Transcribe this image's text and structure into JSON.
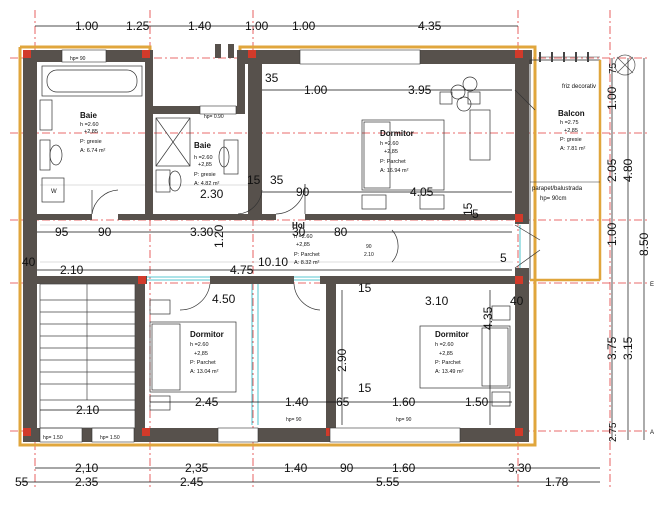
{
  "rooms": {
    "baie1": {
      "name": "Baie",
      "h": "h =2.60",
      "lvl": "+2,85",
      "floor": "P: gresie",
      "area": "A: 6.74 m²"
    },
    "baie2": {
      "name": "Baie",
      "h": "h =2.60",
      "lvl": "+2,85",
      "floor": "P: gresie",
      "area": "A: 4.82 m²"
    },
    "dorm1": {
      "name": "Dormitor",
      "h": "h =2.60",
      "lvl": "+2,85",
      "floor": "P: Parchet",
      "area": "A: 16.94 m²"
    },
    "hol": {
      "name": "Hol",
      "h": "h =2.60",
      "lvl": "+2,85",
      "floor": "P: Parchet",
      "area": "A: 8.32 m²"
    },
    "balcon": {
      "name": "Balcon",
      "h": "h =2.75",
      "lvl": "+2,85",
      "floor": "P: gresie",
      "area": "A: 7.81 m²"
    },
    "dorm2": {
      "name": "Dormitor",
      "h": "h =2.60",
      "lvl": "+2,85",
      "floor": "P: Parchet",
      "area": "A: 13.04 m²"
    },
    "dorm3": {
      "name": "Dormitor",
      "h": "h =2.60",
      "lvl": "+2,85",
      "floor": "P: Parchet",
      "area": "A: 13.49 m²"
    }
  },
  "dims": {
    "top": [
      "1.00",
      "1.25",
      "1.40",
      "1.00",
      "1.00",
      "4.35"
    ],
    "dorm1_row": [
      "35",
      "1.00",
      "3.95"
    ],
    "dorm1_mid": [
      "15",
      "35",
      "90",
      "2.30",
      "4.05"
    ],
    "corridor": [
      "95",
      "90",
      "3.30",
      "1.20",
      "30",
      "80",
      "5",
      "15"
    ],
    "hall": [
      "40",
      "2.10",
      "4.75",
      "10.10",
      "4.50",
      "3.10",
      "5",
      "40",
      "15"
    ],
    "lower": [
      "2.90",
      "4.35",
      "15",
      "2.45",
      "1.40",
      "65",
      "1.60",
      "1.50",
      "2.10"
    ],
    "bottom1": [
      "2,10",
      "2,35",
      "1.40",
      "90",
      "1.60",
      "3,30"
    ],
    "bottom2": [
      "55",
      "2.35",
      "2.45",
      "5.55",
      "1.78"
    ],
    "right": [
      "1.00",
      "2.05",
      "1.00",
      "4.80",
      "8.50",
      "3.75",
      "3.15",
      "75",
      "2.75"
    ],
    "door": [
      "90",
      "2.10"
    ]
  },
  "labels": {
    "frieze": "friz decorativ",
    "parapet": "parapet/balustrada",
    "parapet_h": "hp= 90cm",
    "hp90a": "hp= 90",
    "hp90b": "hp= 90",
    "hp150a": "hp= 1.50",
    "hp150b": "hp= 1.50",
    "window_top": "hp= 90",
    "window_bath2": "hp= 0.90",
    "wc_w": "W",
    "axis_a": "A",
    "axis_e": "E"
  },
  "colors": {
    "wall": "#57514c",
    "insulation": "#e0a63c",
    "axis": "#e23b3b",
    "glass": "#22b5c2",
    "stair": "#444444"
  }
}
